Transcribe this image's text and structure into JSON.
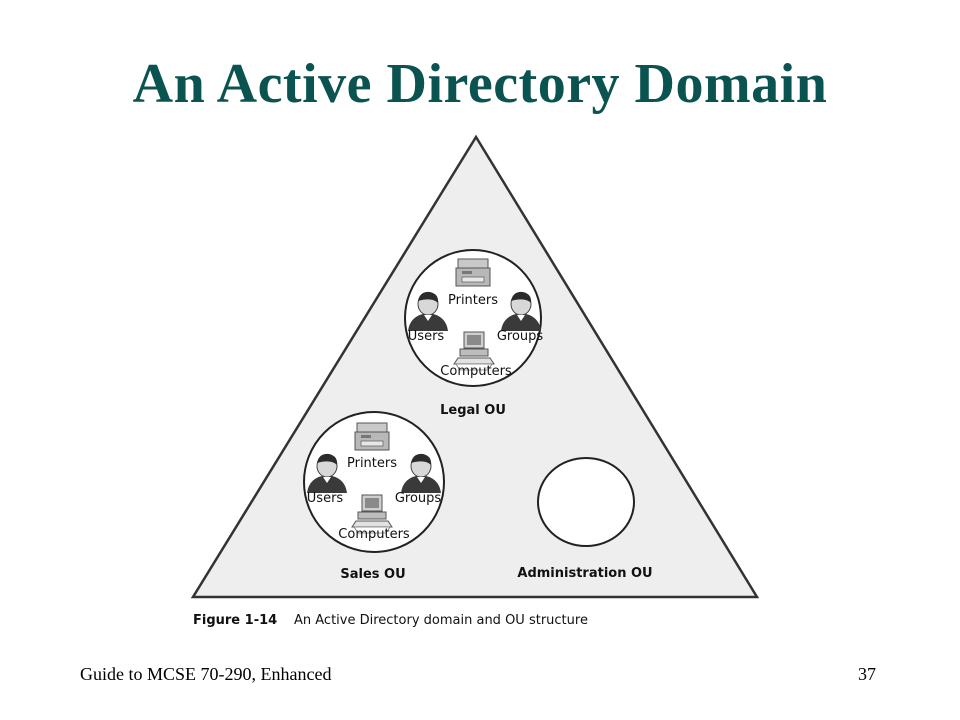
{
  "slide": {
    "title": "An Active Directory Domain",
    "footer_left": "Guide to MCSE 70-290, Enhanced",
    "page_number": "37"
  },
  "diagram": {
    "ous": [
      {
        "name": "Legal OU",
        "items": {
          "printers": "Printers",
          "users": "Users",
          "groups": "Groups",
          "computers": "Computers"
        }
      },
      {
        "name": "Sales OU",
        "items": {
          "printers": "Printers",
          "users": "Users",
          "groups": "Groups",
          "computers": "Computers"
        }
      },
      {
        "name": "Administration OU"
      }
    ],
    "caption": {
      "label": "Figure 1-14",
      "text": "An Active Directory domain and OU structure"
    }
  },
  "colors": {
    "title": "#0b5350",
    "triangle_fill": "#eeeeee"
  }
}
